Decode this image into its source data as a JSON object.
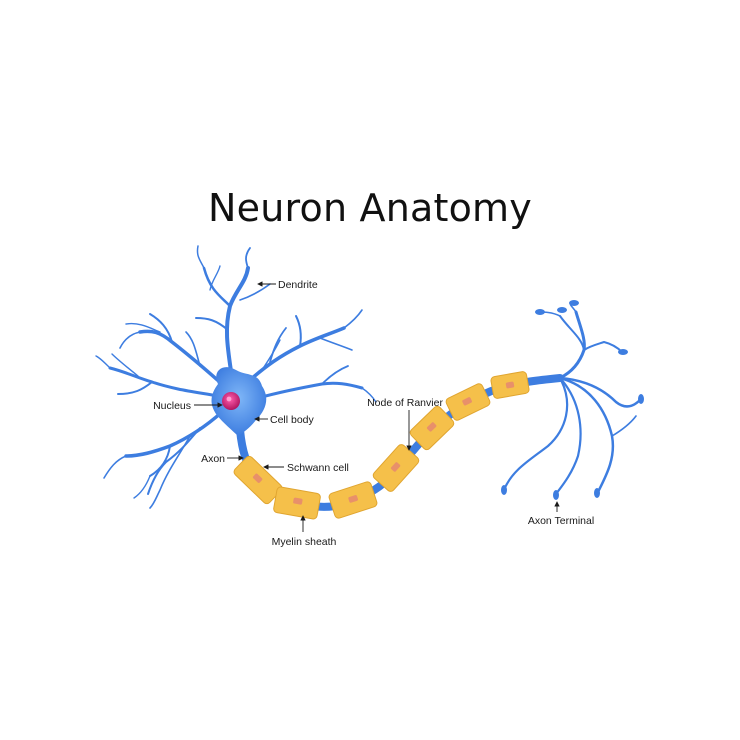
{
  "title": "Neuron Anatomy",
  "labels": {
    "dendrite": "Dendrite",
    "nucleus": "Nucleus",
    "cell_body": "Cell body",
    "axon": "Axon",
    "schwann_cell": "Schwann cell",
    "myelin_sheath": "Myelin sheath",
    "node_of_ranvier": "Node of Ranvier",
    "axon_terminal": "Axon Terminal"
  },
  "colors": {
    "neuron": "#3d7de0",
    "cell_body": "#5a9bf0",
    "nucleus": "#d6287c",
    "myelin": "#f5c04a",
    "myelin_edge": "#e0a530",
    "schwann_nucleus": "#e8906a"
  }
}
